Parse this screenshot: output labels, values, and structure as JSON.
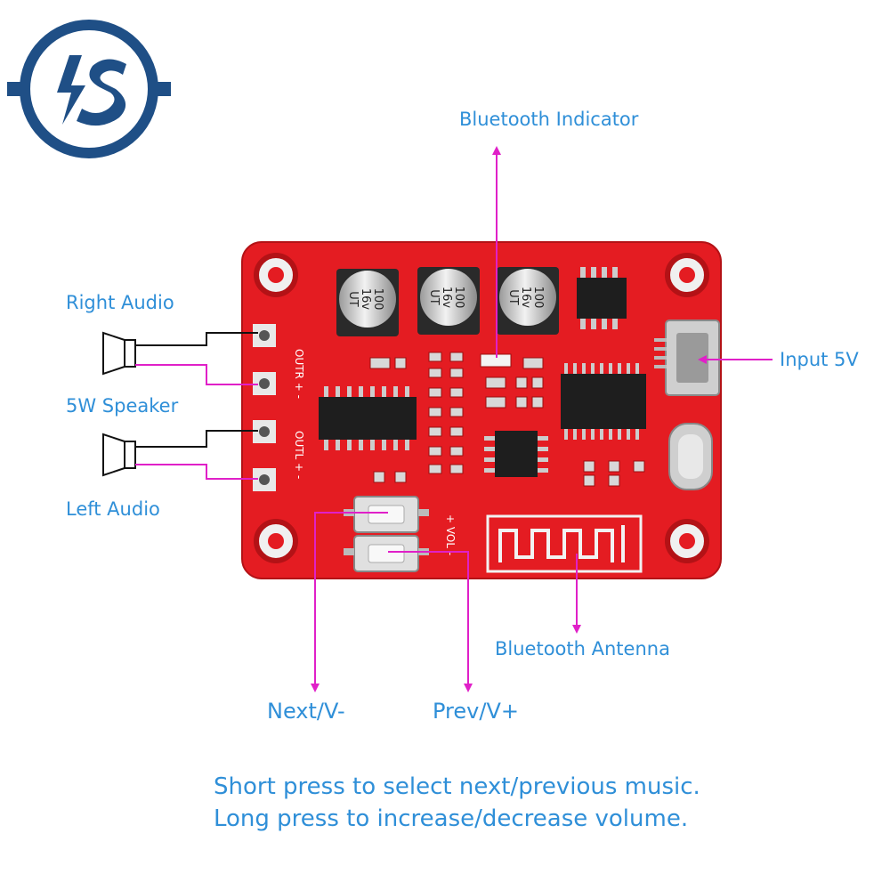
{
  "logo": {
    "text": "IS",
    "icon": "lightning-s-logo-icon",
    "color": "#1f4f86"
  },
  "labels": {
    "bluetooth_indicator": "Bluetooth Indicator",
    "right_audio": "Right Audio",
    "speaker": "5W Speaker",
    "left_audio": "Left Audio",
    "input_5v": "Input 5V",
    "bluetooth_antenna": "Bluetooth Antenna",
    "next_v_minus": "Next/V-",
    "prev_v_plus": "Prev/V+"
  },
  "board": {
    "color": "#e41c22",
    "capacitors": [
      {
        "value": "100",
        "voltage": "16v",
        "brand": "UT"
      },
      {
        "value": "100",
        "voltage": "16v",
        "brand": "UT"
      },
      {
        "value": "100",
        "voltage": "16v",
        "brand": "UT"
      }
    ],
    "silk_outr": "OUTR +  -",
    "silk_outl": "OUTL +  -",
    "silk_vol": "+ VOL -"
  },
  "caption": {
    "line1": "Short press to select next/previous music.",
    "line2": "Long press to increase/decrease volume."
  },
  "colors": {
    "label_blue": "#2f8fd8",
    "arrow_magenta": "#e020c8",
    "board_red": "#e41c22"
  }
}
